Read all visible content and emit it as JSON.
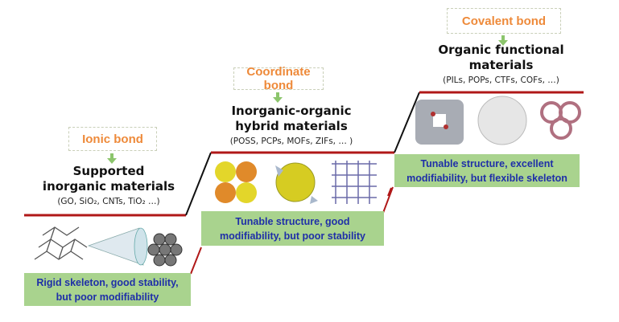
{
  "levels": [
    {
      "bond": "Ionic bond",
      "title_line1": "Supported",
      "title_line2": "inorganic materials",
      "examples": "(GO, SiO₂, CNTs, TiO₂ …)",
      "property_line1": "Rigid skeleton, good stability,",
      "property_line2": "but poor modifiability"
    },
    {
      "bond": "Coordinate bond",
      "title_line1": "Inorganic-organic",
      "title_line2": "hybrid materials",
      "examples": "(POSS, PCPs, MOFs, ZIFs, … )",
      "property_line1": "Tunable structure, good",
      "property_line2": "modifiability, but poor stability"
    },
    {
      "bond": "Covalent bond",
      "title_line1": "Organic functional",
      "title_line2": "materials",
      "examples": "(PILs, POPs, CTFs, COFs, …)",
      "property_line1": "Tunable structure, excellent",
      "property_line2": "modifiability, but flexible skeleton"
    }
  ],
  "colors": {
    "bond_text": "#ee8a3a",
    "step_line": "#b01818",
    "property_box": "#a9d38e",
    "property_text": "#1f2fa8",
    "arrow": "#8cc56c"
  }
}
